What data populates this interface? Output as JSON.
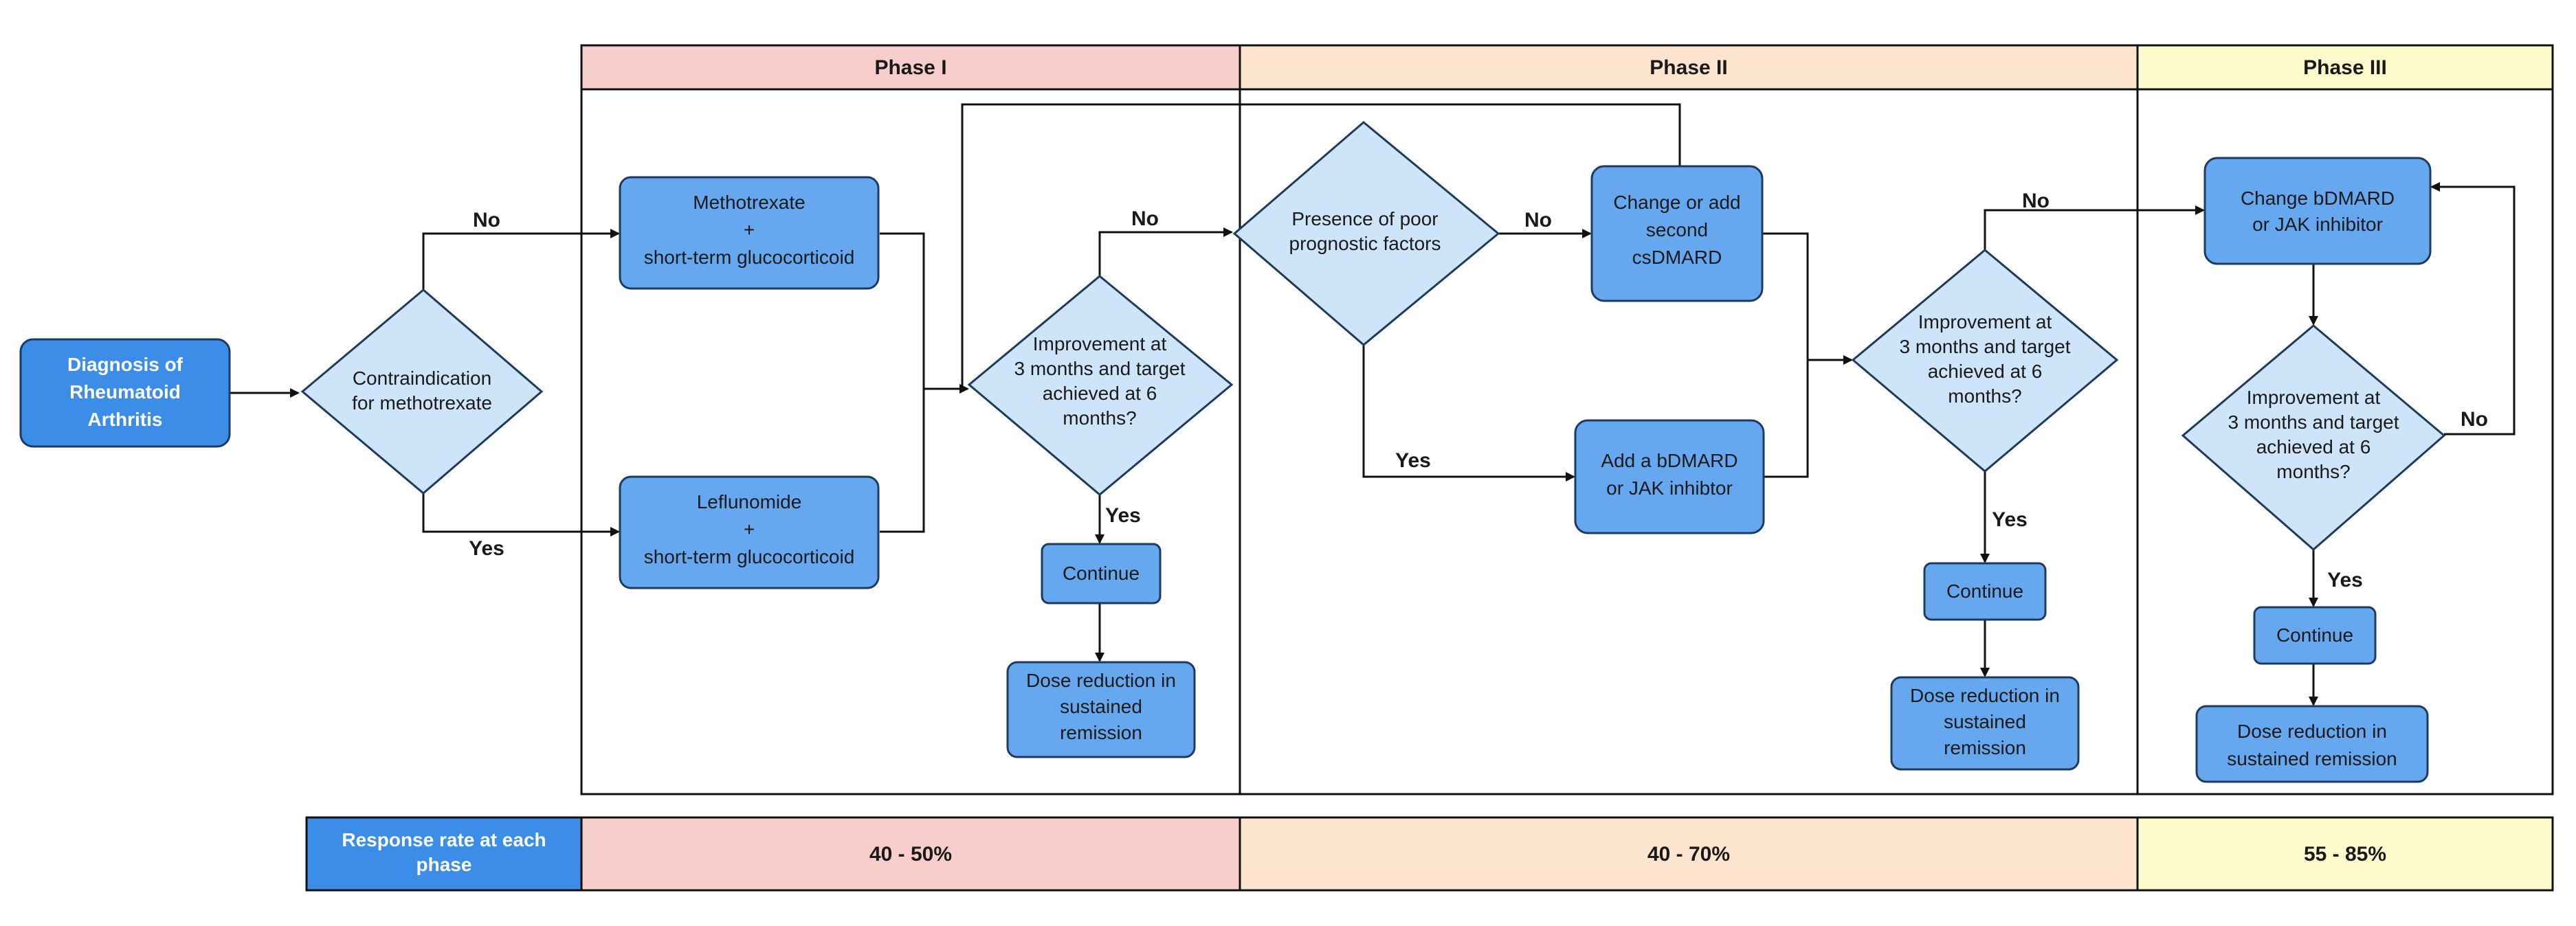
{
  "phases": [
    {
      "label": "Phase I",
      "response": "40 - 50%",
      "color": "#f8cecc"
    },
    {
      "label": "Phase II",
      "response": "40 - 70%",
      "color": "#fde4cf"
    },
    {
      "label": "Phase III",
      "response": "55 - 85%",
      "color": "#fdfbcc"
    }
  ],
  "response_header": [
    "Response rate at each",
    "phase"
  ],
  "start": [
    "Diagnosis of",
    "Rheumatoid",
    "Arthritis"
  ],
  "d_contra": [
    "Contraindication",
    "for methotrexate"
  ],
  "mtx": [
    "Methotrexate",
    "+",
    "short-term glucocorticoid"
  ],
  "lef": [
    "Leflunomide",
    "+",
    "short-term glucocorticoid"
  ],
  "d_improve": [
    "Improvement at",
    "3 months and target",
    "achieved at 6",
    "months?"
  ],
  "continue": "Continue",
  "dose_reduction": [
    "Dose reduction in",
    "sustained",
    "remission"
  ],
  "d_poor": [
    "Presence of poor",
    "prognostic factors"
  ],
  "change_csdmard": [
    "Change or add",
    "second",
    "csDMARD"
  ],
  "add_bdmard": [
    "Add a bDMARD",
    "or JAK inhibtor"
  ],
  "change_bdmard": [
    "Change bDMARD",
    "or JAK inhibitor"
  ],
  "dose_reduction_p3": [
    "Dose reduction in",
    "sustained remission"
  ],
  "edge_labels": {
    "no": "No",
    "yes": "Yes"
  }
}
